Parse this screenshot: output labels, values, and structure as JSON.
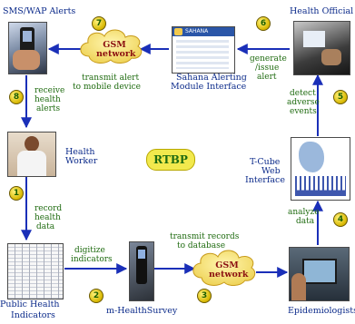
{
  "center_label": "RTBP",
  "nodes": {
    "sms_wap_alerts": "SMS/WAP Alerts",
    "health_official": "Health Official",
    "sahana_line1": "Sahana Alerting",
    "sahana_line2": "Module Interface",
    "health_worker_line1": "Health",
    "health_worker_line2": "Worker",
    "tcube_line1": "T-Cube",
    "tcube_line2": "Web",
    "tcube_line3": "Interface",
    "public_health_line1": "Public Health",
    "public_health_line2": "Indicators",
    "mhealthsurvey": "m-HealthSurvey",
    "epidemiologists": "Epidemiologists"
  },
  "clouds": {
    "top": {
      "line1": "GSM",
      "line2": "network"
    },
    "bottom": {
      "line1": "GSM",
      "line2": "network"
    }
  },
  "steps": {
    "s1": {
      "num": "1",
      "line1": "record",
      "line2": "health",
      "line3": "data"
    },
    "s2": {
      "num": "2",
      "line1": "digitize",
      "line2": "indicators"
    },
    "s3": {
      "num": "3",
      "line1": "transmit records",
      "line2": "to database"
    },
    "s4": {
      "num": "4",
      "line1": "analyze",
      "line2": "data"
    },
    "s5": {
      "num": "5",
      "line1": "detect",
      "line2": "adverse",
      "line3": "events"
    },
    "s6": {
      "num": "6",
      "line1": "generate",
      "line2": "/issue",
      "line3": "alert"
    },
    "s7": {
      "num": "7",
      "line1": "transmit alert",
      "line2": "to mobile device"
    },
    "s8": {
      "num": "8",
      "line1": "receive",
      "line2": "health",
      "line3": "alerts"
    }
  },
  "sahana_header": "SAHANA",
  "colors": {
    "arrow": "#1a2fb8",
    "label": "#0b2a8a",
    "step_label": "#1f6b10",
    "badge": "#e6c800",
    "center": "#f2e94d",
    "cloud": "#f4e07a"
  }
}
